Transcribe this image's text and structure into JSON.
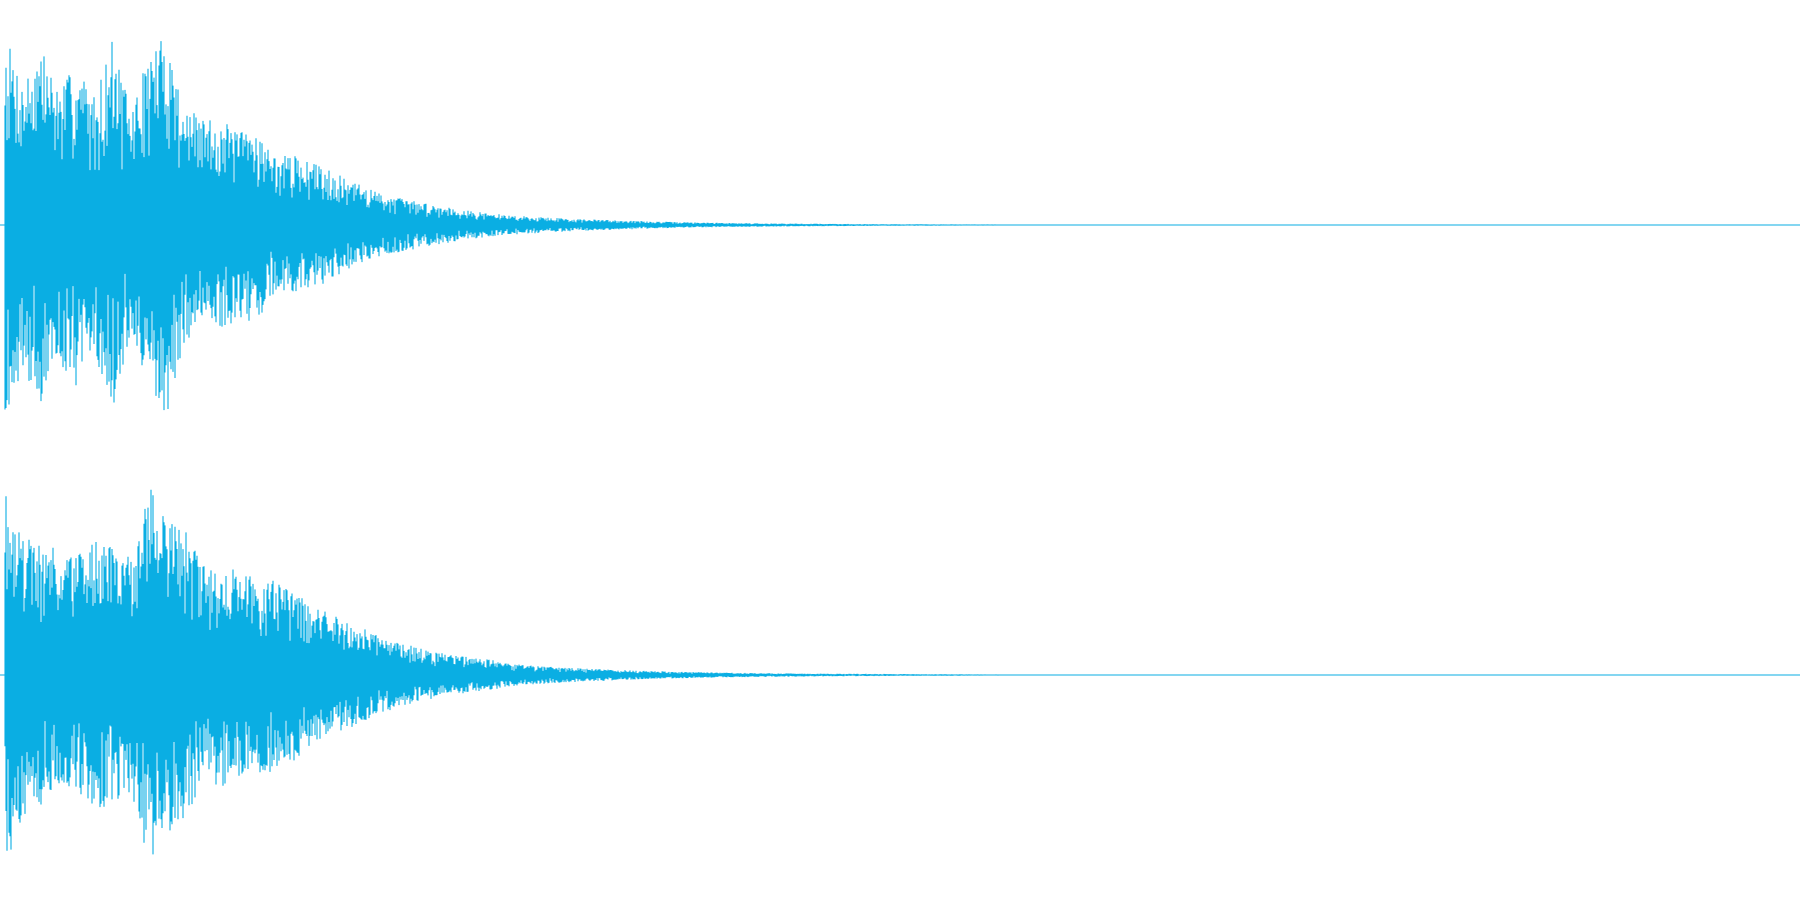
{
  "waveform": {
    "color": "#0aaee3",
    "background": "#ffffff",
    "channels": [
      {
        "name": "",
        "seed": 7,
        "peaks": [
          [
            0.0,
            0.98
          ],
          [
            0.01,
            0.74
          ],
          [
            0.02,
            0.92
          ],
          [
            0.03,
            0.7
          ],
          [
            0.04,
            0.83
          ],
          [
            0.05,
            0.66
          ],
          [
            0.06,
            0.96
          ],
          [
            0.07,
            0.58
          ],
          [
            0.08,
            0.88
          ],
          [
            0.09,
            0.99
          ],
          [
            0.1,
            0.6
          ],
          [
            0.11,
            0.55
          ],
          [
            0.12,
            0.54
          ],
          [
            0.13,
            0.48
          ],
          [
            0.14,
            0.5
          ],
          [
            0.15,
            0.35
          ],
          [
            0.16,
            0.36
          ],
          [
            0.17,
            0.32
          ],
          [
            0.18,
            0.3
          ],
          [
            0.19,
            0.23
          ],
          [
            0.2,
            0.2
          ],
          [
            0.21,
            0.16
          ],
          [
            0.22,
            0.14
          ],
          [
            0.23,
            0.12
          ],
          [
            0.24,
            0.1
          ],
          [
            0.25,
            0.09
          ],
          [
            0.26,
            0.07
          ],
          [
            0.27,
            0.06
          ],
          [
            0.28,
            0.05
          ],
          [
            0.29,
            0.045
          ],
          [
            0.3,
            0.04
          ],
          [
            0.32,
            0.03
          ],
          [
            0.34,
            0.025
          ],
          [
            0.36,
            0.018
          ],
          [
            0.38,
            0.014
          ],
          [
            0.4,
            0.011
          ],
          [
            0.43,
            0.008
          ],
          [
            0.46,
            0.006
          ],
          [
            0.5,
            0.004
          ],
          [
            0.55,
            0.003
          ],
          [
            0.6,
            0.002
          ],
          [
            0.62,
            0.0
          ],
          [
            1.0,
            0.0
          ]
        ]
      },
      {
        "name": "",
        "seed": 19,
        "peaks": [
          [
            0.0,
            1.0
          ],
          [
            0.01,
            0.72
          ],
          [
            0.02,
            0.68
          ],
          [
            0.03,
            0.64
          ],
          [
            0.04,
            0.62
          ],
          [
            0.05,
            0.7
          ],
          [
            0.06,
            0.66
          ],
          [
            0.07,
            0.6
          ],
          [
            0.08,
            0.97
          ],
          [
            0.09,
            0.85
          ],
          [
            0.1,
            0.75
          ],
          [
            0.11,
            0.56
          ],
          [
            0.12,
            0.58
          ],
          [
            0.13,
            0.54
          ],
          [
            0.14,
            0.52
          ],
          [
            0.15,
            0.5
          ],
          [
            0.16,
            0.48
          ],
          [
            0.17,
            0.36
          ],
          [
            0.18,
            0.32
          ],
          [
            0.19,
            0.28
          ],
          [
            0.2,
            0.24
          ],
          [
            0.21,
            0.19
          ],
          [
            0.22,
            0.17
          ],
          [
            0.23,
            0.14
          ],
          [
            0.24,
            0.12
          ],
          [
            0.25,
            0.1
          ],
          [
            0.26,
            0.09
          ],
          [
            0.27,
            0.08
          ],
          [
            0.28,
            0.06
          ],
          [
            0.29,
            0.05
          ],
          [
            0.3,
            0.045
          ],
          [
            0.32,
            0.035
          ],
          [
            0.34,
            0.028
          ],
          [
            0.36,
            0.02
          ],
          [
            0.38,
            0.016
          ],
          [
            0.4,
            0.012
          ],
          [
            0.43,
            0.009
          ],
          [
            0.46,
            0.007
          ],
          [
            0.5,
            0.005
          ],
          [
            0.55,
            0.003
          ],
          [
            0.59,
            0.002
          ],
          [
            0.6,
            0.0
          ],
          [
            1.0,
            0.0
          ]
        ]
      }
    ]
  }
}
